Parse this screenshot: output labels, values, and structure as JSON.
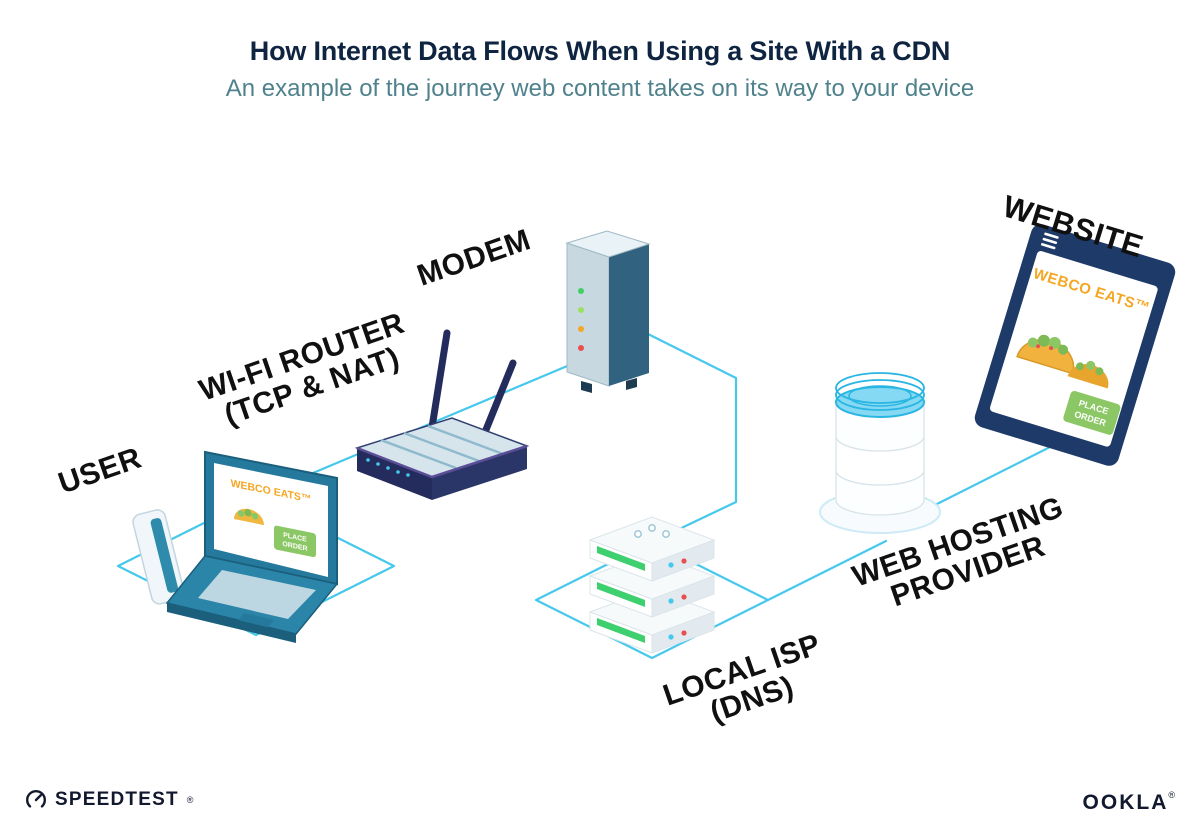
{
  "header": {
    "title": "How Internet Data Flows When Using a Site With a CDN",
    "subtitle": "An example of the journey web content takes on its way to your device"
  },
  "nodes": {
    "user": {
      "label": "USER"
    },
    "router": {
      "line1": "WI-FI ROUTER",
      "line2": "(TCP & NAT)"
    },
    "modem": {
      "label": "MODEM"
    },
    "isp": {
      "line1": "LOCAL ISP",
      "line2": "(DNS)"
    },
    "hosting": {
      "line1": "WEB HOSTING",
      "line2": "PROVIDER"
    },
    "website": {
      "label": "WEBSITE"
    }
  },
  "webco_screen": {
    "brand": "WEBCO EATS™",
    "order_line1": "PLACE",
    "order_line2": "ORDER"
  },
  "footer": {
    "speedtest": "SPEEDTEST",
    "speedtest_mark": "®",
    "ookla": "OOKLA",
    "ookla_mark": "®"
  },
  "colors": {
    "title": "#0e2440",
    "subtitle": "#4f828c",
    "connection_line": "#45c8ec",
    "label": "#101010",
    "brand_orange": "#f5a623",
    "button_green": "#8bc764",
    "device_teal": "#2a85a8",
    "router_navy": "#232c5c",
    "server_green": "#3ecf6e",
    "water_cyan": "#29b6e2"
  }
}
